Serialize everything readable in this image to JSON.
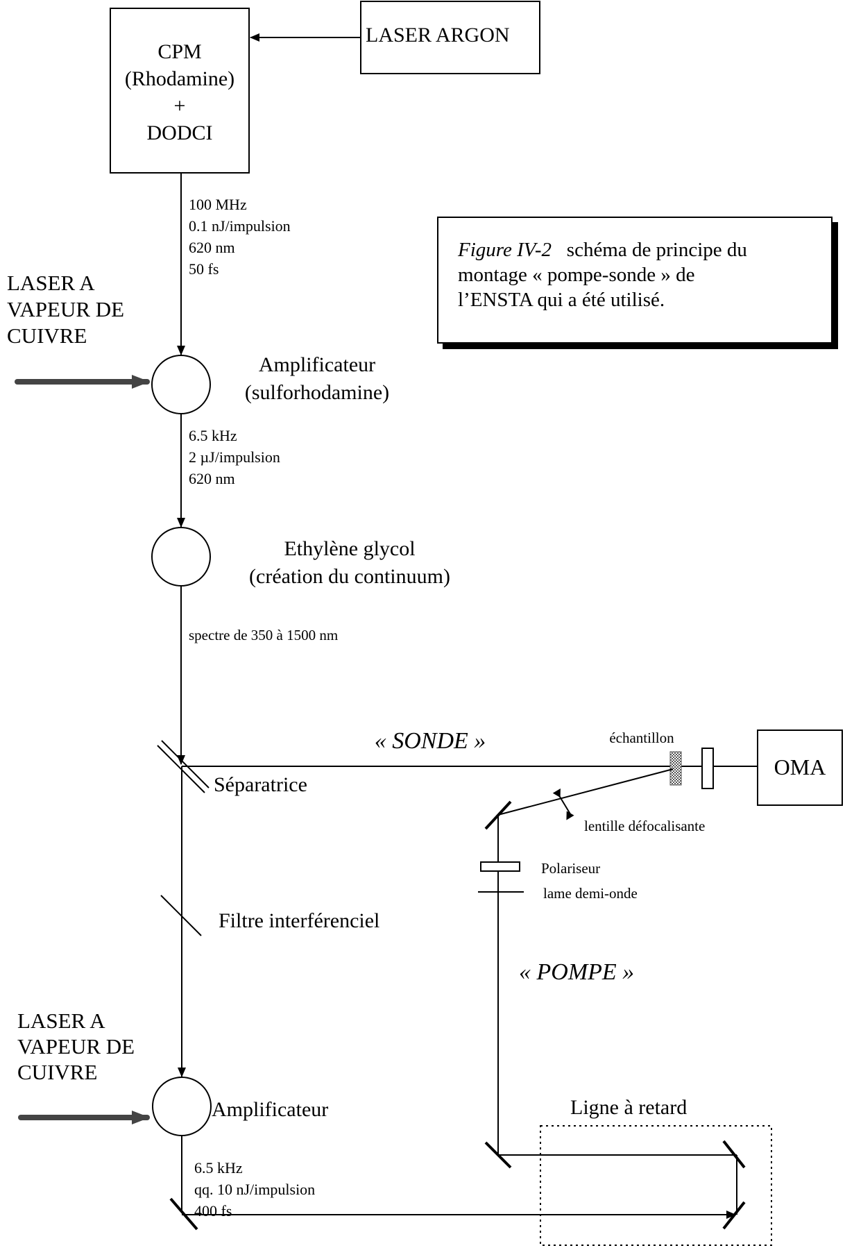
{
  "source_box": {
    "label": "LASER ARGON"
  },
  "cpm_box": {
    "line1": "CPM",
    "line2": "(Rhodamine)",
    "line3": "+",
    "line4": "DODCI"
  },
  "beam1": {
    "line1": "100 MHz",
    "line2": "0.1 nJ/impulsion",
    "line3": "620 nm",
    "line4": "50 fs"
  },
  "cuivre_top": {
    "line1": "LASER A",
    "line2": "VAPEUR DE",
    "line3": "CUIVRE"
  },
  "amp1": {
    "line1": "Amplificateur",
    "line2": "(sulforhodamine)"
  },
  "beam2": {
    "line1": "6.5 kHz",
    "line2": "2 µJ/impulsion",
    "line3": "620 nm"
  },
  "glycol": {
    "line1": "Ethylène glycol",
    "line2": "(création du continuum)"
  },
  "spectrum": "spectre de 350 à 1500 nm",
  "caption": {
    "figure": "Figure IV-2",
    "text1": "schéma de principe du",
    "text2": "montage « pompe-sonde » de",
    "text3": "l’ENSTA qui a été utilisé."
  },
  "sonde_label": "« SONDE »",
  "echantillon": "échantillon",
  "oma": "OMA",
  "separatrice": "Séparatrice",
  "lentille": "lentille défocalisante",
  "polariseur": "Polariseur",
  "lame": "lame demi-onde",
  "filtre": "Filtre interférenciel",
  "pompe_label": "« POMPE »",
  "cuivre_bottom": {
    "line1": "LASER A",
    "line2": "VAPEUR DE",
    "line3": "CUIVRE"
  },
  "amp2": "Amplificateur",
  "ligne_retard": "Ligne à retard",
  "beam3": {
    "line1": "6.5 kHz",
    "line2": "qq. 10 nJ/impulsion",
    "line3": "400 fs"
  }
}
